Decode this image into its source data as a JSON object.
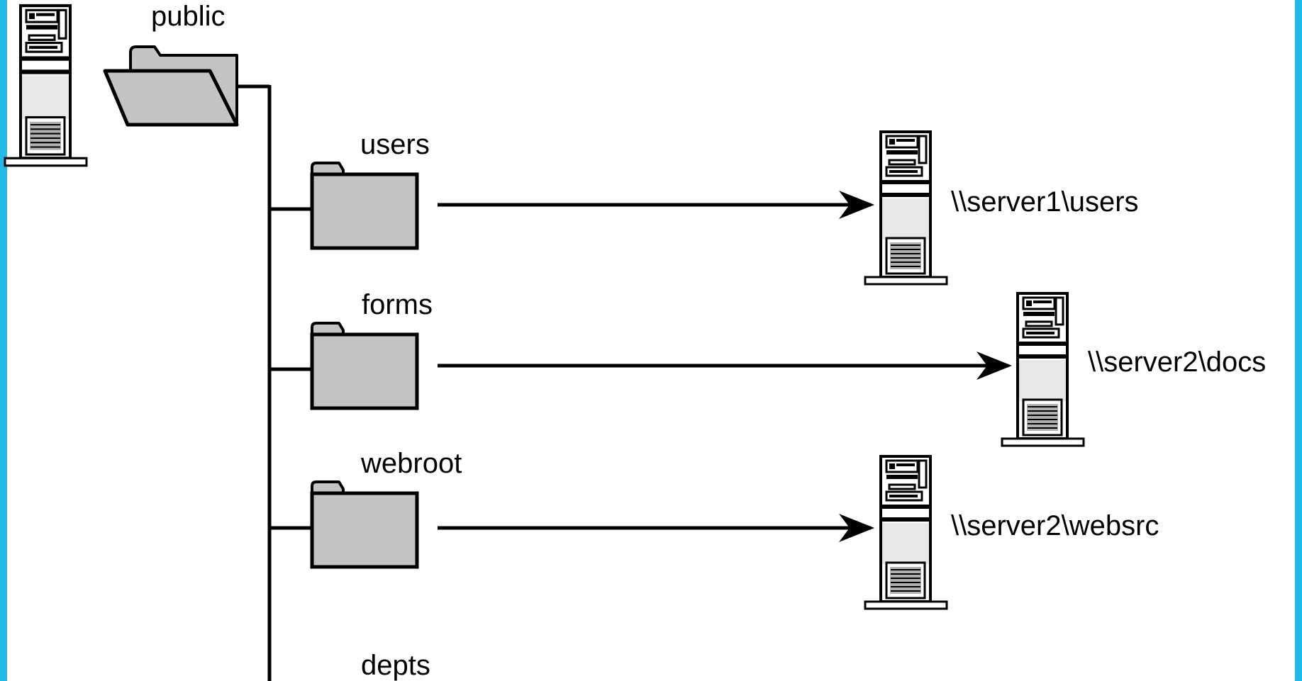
{
  "colors": {
    "edge_bar": "#22b8e8",
    "folder_fill": "#c4c4c4",
    "line": "#000000",
    "background": "#ffffff"
  },
  "root": {
    "label": "public",
    "icon": "folder-open-icon",
    "server_icon": "server-tower-icon"
  },
  "folders": [
    {
      "label": "users",
      "icon": "folder-icon"
    },
    {
      "label": "forms",
      "icon": "folder-icon"
    },
    {
      "label": "webroot",
      "icon": "folder-icon"
    },
    {
      "label": "depts",
      "icon": "folder-icon"
    }
  ],
  "targets": [
    {
      "label": "\\\\server1\\users",
      "icon": "server-tower-icon"
    },
    {
      "label": "\\\\server2\\docs",
      "icon": "server-tower-icon"
    },
    {
      "label": "\\\\server2\\websrc",
      "icon": "server-tower-icon"
    }
  ]
}
